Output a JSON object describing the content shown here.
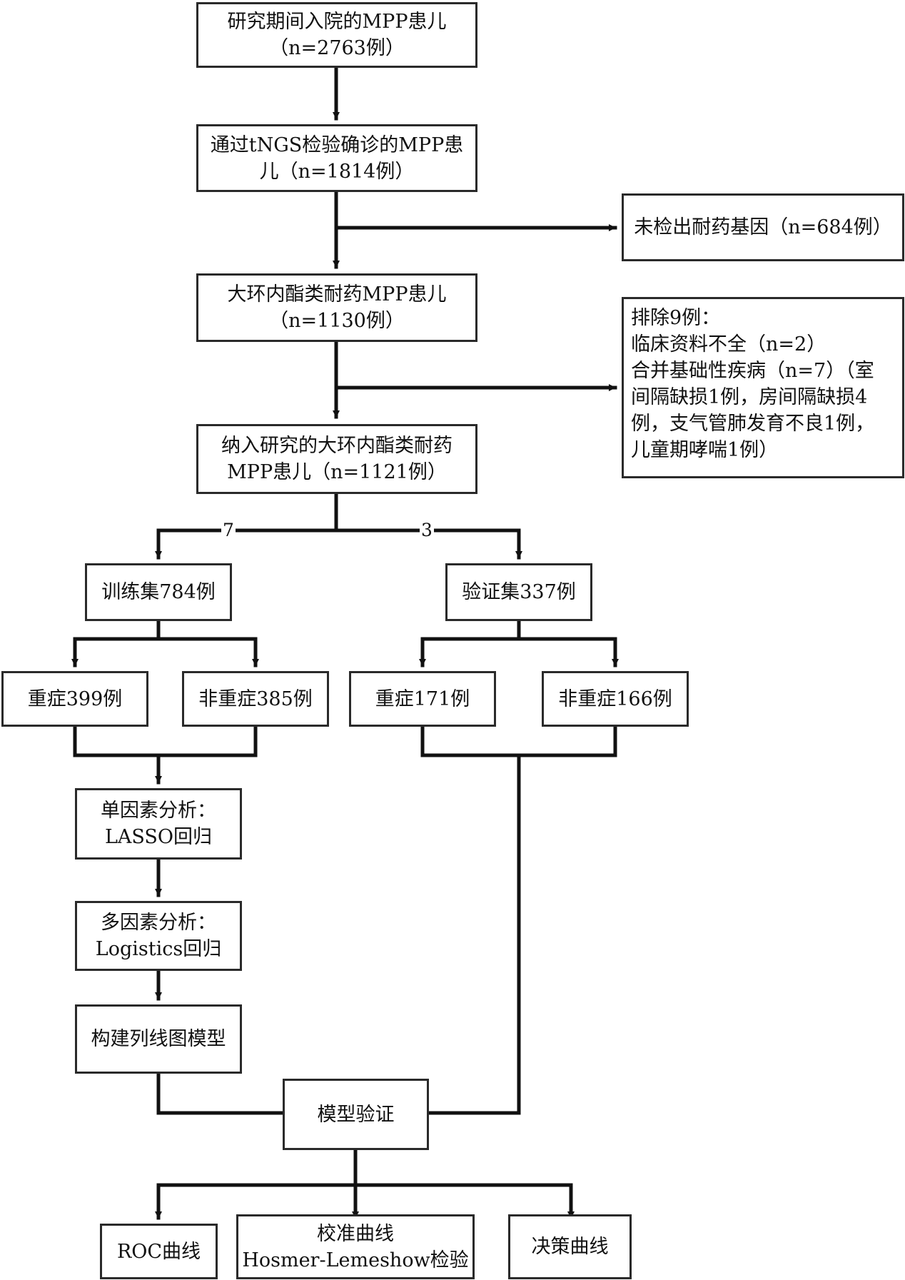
{
  "boxes": {
    "admitted": [
      "研究期间入院的MPP患儿",
      "（n=2763例）"
    ],
    "tngs_confirmed": [
      "通过tNGS检验确诊的MPP患",
      "儿（n=1814例）"
    ],
    "no_resistance_gene": [
      "未检出耐药基因（n=684例）"
    ],
    "macrolide_resistant": [
      "大环内酯类耐药MPP患儿",
      "（n=1130例）"
    ],
    "excluded": [
      "排除9例：",
      "临床资料不全（n=2）",
      "合并基础性疾病（n=7）（室",
      "间隔缺损1例，房间隔缺损4",
      "例，支气管肺发育不良1例，",
      "儿童期哮喘1例）"
    ],
    "included": [
      "纳入研究的大环内酯类耐药",
      "MPP患儿（n=1121例）"
    ],
    "training_set": [
      "训练集784例"
    ],
    "validation_set": [
      "验证集337例"
    ],
    "train_severe": [
      "重症399例"
    ],
    "train_non_severe": [
      "非重症385例"
    ],
    "valid_severe": [
      "重症171例"
    ],
    "valid_non_severe": [
      "非重症166例"
    ],
    "univariate": [
      "单因素分析：",
      "LASSO回归"
    ],
    "multivariate": [
      "多因素分析：",
      "Logistics回归"
    ],
    "nomogram": [
      "构建列线图模型"
    ],
    "model_validation": [
      "模型验证"
    ],
    "roc": [
      "ROC曲线"
    ],
    "calibration": [
      "校准曲线",
      "Hosmer-Lemeshow检验"
    ],
    "decision_curve": [
      "决策曲线"
    ]
  },
  "split_ratio": {
    "training": "7",
    "validation": "3"
  }
}
